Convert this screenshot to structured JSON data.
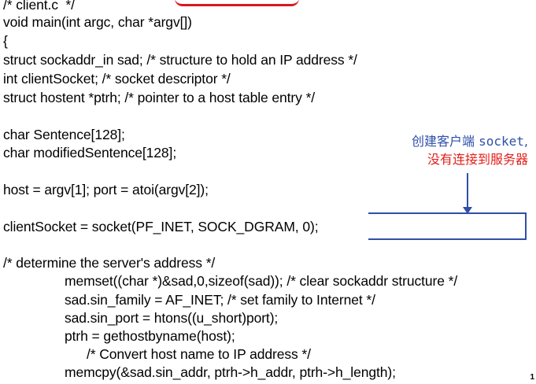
{
  "code": {
    "lines": [
      "/* client.c  */",
      "void main(int argc, char *argv[])",
      "{",
      "struct sockaddr_in sad; /* structure to hold an IP address */",
      "int clientSocket; /* socket descriptor */",
      "struct hostent *ptrh; /* pointer to a host table entry */",
      "char Sentence[128];",
      "char modifiedSentence[128];",
      "host = argv[1]; port = atoi(argv[2]);",
      "clientSocket = socket(PF_INET, SOCK_DGRAM, 0);",
      "/* determine the server's address */",
      "memset((char *)&sad,0,sizeof(sad)); /* clear sockaddr structure */",
      "sad.sin_family = AF_INET; /* set family to Internet */",
      "sad.sin_port = htons((u_short)port);",
      "ptrh = gethostbyname(host);",
      "/* Convert host name to IP address */",
      "memcpy(&sad.sin_addr, ptrh->h_addr, ptrh->h_length);"
    ]
  },
  "annotation": {
    "line1_prefix": "创建客户端 ",
    "line1_keyword": "socket",
    "line1_suffix": ",",
    "line2": "没有连接到服务器",
    "line1_color": "#2f4fa8",
    "line2_color": "#e0201b"
  },
  "highlight_color": "#2f4fa8",
  "mark_color": "#d71920",
  "page_number": "1"
}
